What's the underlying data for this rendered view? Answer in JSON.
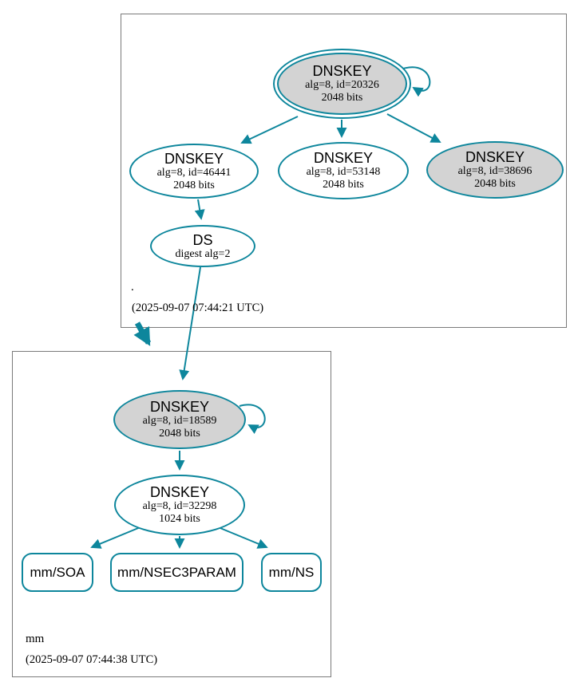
{
  "colors": {
    "edge_teal": "#0d869c",
    "sep_key_fill": "#d3d3d3",
    "cluster_border": "#7a7a7a"
  },
  "root_zone": {
    "label": ".",
    "timestamp": "(2025-09-07 07:44:21 UTC)",
    "ksk": {
      "title": "DNSKEY",
      "detail": "alg=8, id=20326",
      "bits": "2048 bits"
    },
    "zsk_46441": {
      "title": "DNSKEY",
      "detail": "alg=8, id=46441",
      "bits": "2048 bits"
    },
    "zsk_53148": {
      "title": "DNSKEY",
      "detail": "alg=8, id=53148",
      "bits": "2048 bits"
    },
    "key_38696": {
      "title": "DNSKEY",
      "detail": "alg=8, id=38696",
      "bits": "2048 bits"
    },
    "ds": {
      "title": "DS",
      "detail": "digest alg=2"
    }
  },
  "mm_zone": {
    "label": "mm",
    "timestamp": "(2025-09-07 07:44:38 UTC)",
    "ksk": {
      "title": "DNSKEY",
      "detail": "alg=8, id=18589",
      "bits": "2048 bits"
    },
    "zsk": {
      "title": "DNSKEY",
      "detail": "alg=8, id=32298",
      "bits": "1024 bits"
    },
    "rrsets": {
      "soa": "mm/SOA",
      "nsec3param": "mm/NSEC3PARAM",
      "ns": "mm/NS"
    }
  }
}
